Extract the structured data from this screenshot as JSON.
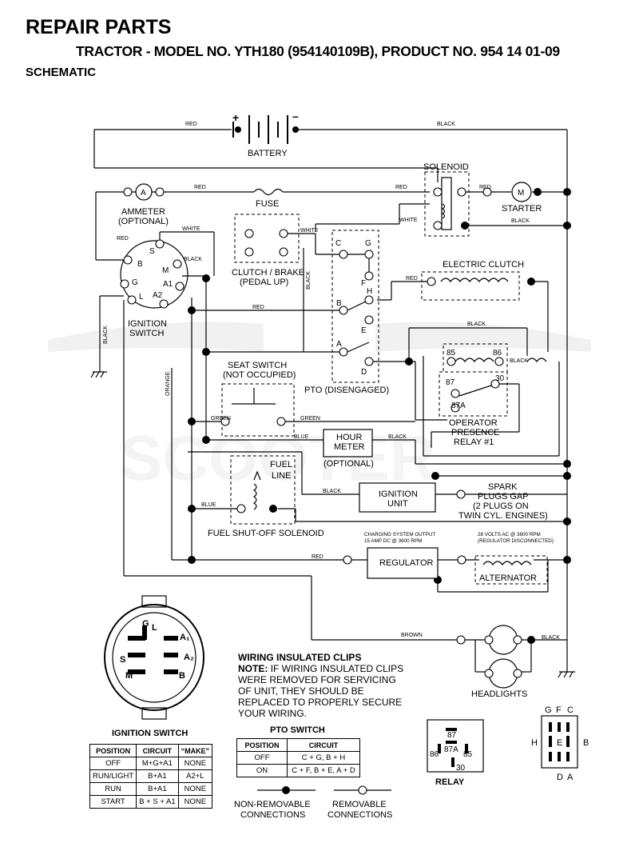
{
  "header": {
    "title": "REPAIR PARTS",
    "subtitle": "TRACTOR - MODEL NO. YTH180 (954140109B), PRODUCT NO. 954 14 01-09",
    "section": "SCHEMATIC"
  },
  "components": {
    "battery": "BATTERY",
    "solenoid": "SOLENOID",
    "ammeter_symbol": "A",
    "ammeter_1": "AMMETER",
    "ammeter_2": "(OPTIONAL)",
    "fuse": "FUSE",
    "starter_symbol": "M",
    "starter": "STARTER",
    "electric_clutch": "ELECTRIC CLUTCH",
    "clutch_brake_1": "CLUTCH / BRAKE",
    "clutch_brake_2": "(PEDAL UP)",
    "ignition_switch_1": "IGNITION",
    "ignition_switch_2": "SWITCH",
    "seat_switch_1": "SEAT SWITCH",
    "seat_switch_2": "(NOT OCCUPIED)",
    "pto": "PTO (DISENGAGED)",
    "relay_1": "OPERATOR",
    "relay_2": "PRESENCE",
    "relay_3": "RELAY #1",
    "hour_meter_1": "HOUR",
    "hour_meter_2": "METER",
    "hour_meter_3": "(OPTIONAL)",
    "fuel_line_1": "FUEL",
    "fuel_line_2": "LINE",
    "fuel_solenoid": "FUEL SHUT-OFF SOLENOID",
    "ignition_unit_1": "IGNITION",
    "ignition_unit_2": "UNIT",
    "spark_1": "SPARK",
    "spark_2": "PLUGS GAP",
    "spark_3": "(2 PLUGS ON",
    "spark_4": "TWIN CYL. ENGINES)",
    "charging_1": "CHARGING SYSTEM OUTPUT",
    "charging_2": "15 AMP DC @ 3600 RPM",
    "volts_1": "28 VOLTS AC @ 3600 RPM",
    "volts_2": "(REGULATOR DISCONNECTED)",
    "regulator": "REGULATOR",
    "alternator": "ALTERNATOR",
    "headlights": "HEADLIGHTS",
    "plus": "+",
    "minus": "–"
  },
  "wire_colors": {
    "red": "RED",
    "black": "BLACK",
    "white": "WHITE",
    "green": "GREEN",
    "blue": "BLUE",
    "orange": "ORANGE",
    "brown": "BROWN"
  },
  "terminals": {
    "b": "B",
    "s": "S",
    "m": "M",
    "g": "G",
    "l": "L",
    "a1": "A1",
    "a2": "A2",
    "c": "C",
    "pg": "G",
    "f": "F",
    "h": "H",
    "pb": "B",
    "e": "E",
    "a": "A",
    "d": "D",
    "r85": "85",
    "r86": "86",
    "r87": "87",
    "r30": "30",
    "r87a": "87A"
  },
  "ignition_table": {
    "title": "IGNITION SWITCH",
    "headers": [
      "POSITION",
      "CIRCUIT",
      "“MAKE”"
    ],
    "rows": [
      [
        "OFF",
        "M+G+A1",
        "NONE"
      ],
      [
        "RUN/LIGHT",
        "B+A1",
        "A2+L"
      ],
      [
        "RUN",
        "B+A1",
        "NONE"
      ],
      [
        "START",
        "B + S + A1",
        "NONE"
      ]
    ]
  },
  "pto_table": {
    "title": "PTO SWITCH",
    "headers": [
      "POSITION",
      "CIRCUIT"
    ],
    "rows": [
      [
        "OFF",
        "C + G, B + H"
      ],
      [
        "ON",
        "C + F, B + E, A + D"
      ]
    ]
  },
  "note": {
    "title": "WIRING INSULATED CLIPS",
    "label": "NOTE:",
    "text": "IF WIRING INSULATED CLIPS WERE REMOVED FOR SERVICING OF UNIT, THEY SHOULD BE REPLACED TO PROPERLY SECURE YOUR WIRING."
  },
  "legend": {
    "nonremovable_1": "NON-REMOVABLE",
    "nonremovable_2": "CONNECTIONS",
    "removable_1": "REMOVABLE",
    "removable_2": "CONNECTIONS"
  },
  "relay_diagram": {
    "title": "RELAY",
    "t87": "87",
    "t87a": "87A",
    "t86": "86",
    "t85": "85",
    "t30": "30"
  },
  "connector": {
    "g": "G",
    "f": "F",
    "c": "C",
    "h": "H",
    "e": "E",
    "b": "B",
    "d": "D",
    "a": "A"
  },
  "switch_face": {
    "g": "G",
    "l": "L",
    "a1": "A₁",
    "a2": "A₂",
    "s": "S",
    "m": "M",
    "b": "B"
  },
  "watermark": "SCOOTER"
}
